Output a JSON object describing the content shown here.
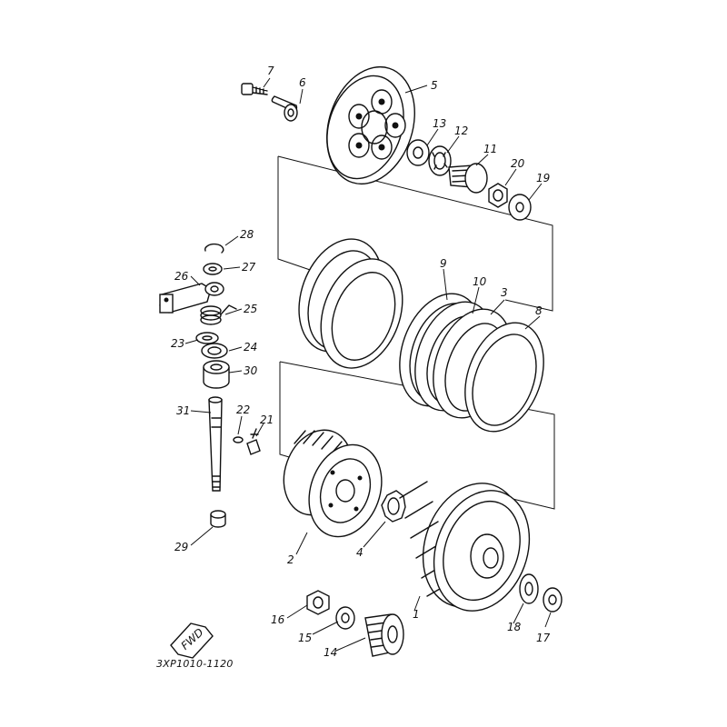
{
  "diagram": {
    "part_code": "3XP1010-1120",
    "direction_badge": "FWD",
    "callouts": [
      "1",
      "2",
      "3",
      "4",
      "5",
      "6",
      "7",
      "8",
      "9",
      "10",
      "11",
      "12",
      "13",
      "14",
      "15",
      "16",
      "17",
      "18",
      "19",
      "20",
      "21",
      "22",
      "23",
      "24",
      "25",
      "26",
      "27",
      "28",
      "29",
      "30",
      "31"
    ]
  }
}
